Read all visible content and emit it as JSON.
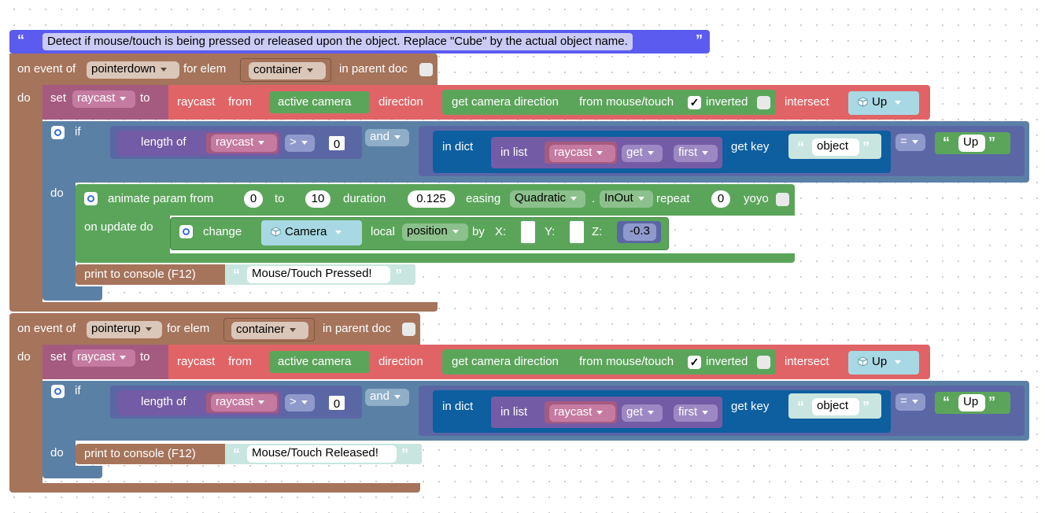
{
  "comment": "Detect if mouse/touch is being pressed or released upon the object. Replace \"Cube\" by the actual object name.",
  "events": [
    {
      "on_event_of": "on event of",
      "event": "pointerdown",
      "for_elem": "for elem",
      "elem": "container",
      "in_parent_doc": "in parent doc",
      "do": "do",
      "set": "set",
      "var": "raycast",
      "to": "to",
      "raycast_label": "raycast",
      "from": "from",
      "active_camera": "active camera",
      "direction": "direction",
      "get_camera_direction": "get camera direction",
      "from_mouse_touch": "from mouse/touch",
      "inverted": "inverted",
      "intersect": "intersect",
      "intersect_obj": "Up",
      "if": "if",
      "length_of": "length of",
      "len_var": "raycast",
      "cmp_op": ">",
      "cmp_val": "0",
      "and": "and",
      "in_dict": "in dict",
      "in_list": "in list",
      "list_var": "raycast",
      "get": "get",
      "first": "first",
      "get_key": "get key",
      "key": "object",
      "eq_op": "=",
      "eq_val": "Up",
      "do2": "do",
      "print_to_console": "print to console (F12)",
      "print_text": "Mouse/Touch Pressed!"
    },
    {
      "on_event_of": "on event of",
      "event": "pointerup",
      "for_elem": "for elem",
      "elem": "container",
      "in_parent_doc": "in parent doc",
      "do": "do",
      "set": "set",
      "var": "raycast",
      "to": "to",
      "raycast_label": "raycast",
      "from": "from",
      "active_camera": "active camera",
      "direction": "direction",
      "get_camera_direction": "get camera direction",
      "from_mouse_touch": "from mouse/touch",
      "inverted": "inverted",
      "intersect": "intersect",
      "intersect_obj": "Up",
      "if": "if",
      "length_of": "length of",
      "len_var": "raycast",
      "cmp_op": ">",
      "cmp_val": "0",
      "and": "and",
      "in_dict": "in dict",
      "in_list": "in list",
      "list_var": "raycast",
      "get": "get",
      "first": "first",
      "get_key": "get key",
      "key": "object",
      "eq_op": "=",
      "eq_val": "Up",
      "do2": "do",
      "print_to_console": "print to console (F12)",
      "print_text": "Mouse/Touch Released!"
    }
  ],
  "animate": {
    "label": "animate param from",
    "from": "0",
    "to_label": "to",
    "to": "10",
    "duration_label": "duration",
    "duration": "0.125",
    "easing_label": "easing",
    "easing": "Quadratic",
    "dot": ".",
    "easing_mode": "InOut",
    "repeat_label": "repeat",
    "repeat": "0",
    "yoyo_label": "yoyo",
    "on_update_do": "on update do",
    "change": "change",
    "object": "Camera",
    "local": "local",
    "property": "position",
    "by": "by",
    "x_label": "X:",
    "y_label": "Y:",
    "z_label": "Z:",
    "z_value": "-0.3"
  },
  "colors": {
    "event": "#a5745b",
    "comment": "#5b5bf0",
    "set": "#e06466",
    "variable": "#a55b80",
    "camera": "#5ba55b",
    "if": "#5b80a5",
    "length": "#745ba5",
    "compare": "#5b67a5",
    "dict": "#0d5fa0",
    "animate": "#5ba55b",
    "print": "#a5745b",
    "text": "#c8e6df"
  }
}
